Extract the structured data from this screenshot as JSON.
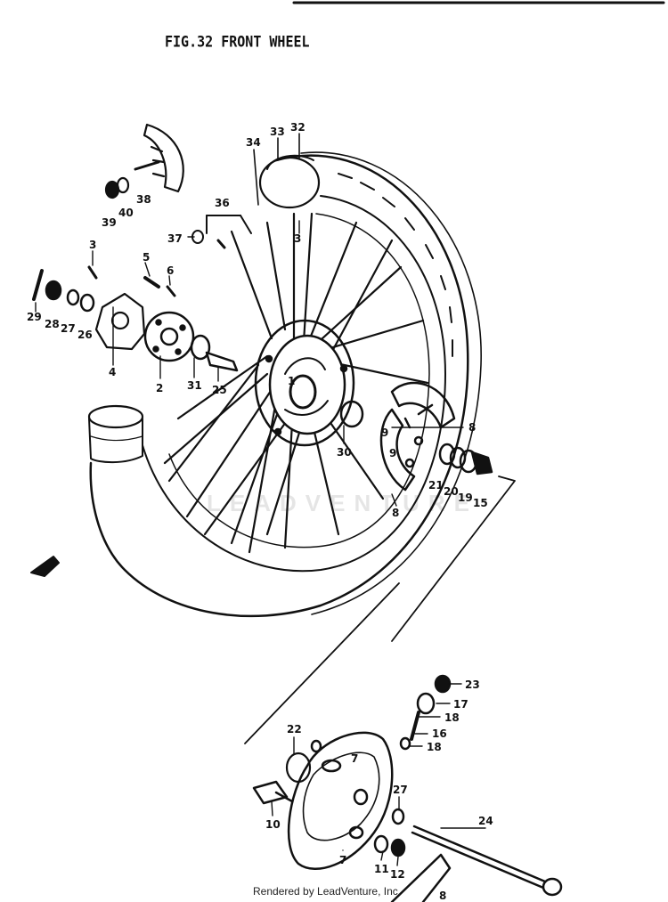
{
  "title": "FIG.32  FRONT WHEEL",
  "footer": "Rendered by LeadVenture, Inc.",
  "watermark": "LEADVENTURE",
  "labels": {
    "p1": "1",
    "p2": "2",
    "p3": "3",
    "p3b": "3",
    "p4": "4",
    "p5": "5",
    "p6": "6",
    "p7": "7",
    "p7b": "7",
    "p8": "8",
    "p8b": "8",
    "p8c": "8",
    "p9": "9",
    "p9b": "9",
    "p10": "10",
    "p11": "11",
    "p12": "12",
    "p15": "15",
    "p16": "16",
    "p17": "17",
    "p18": "18",
    "p18b": "18",
    "p19": "19",
    "p20": "20",
    "p21": "21",
    "p22": "22",
    "p23": "23",
    "p24": "24",
    "p25": "25",
    "p26": "26",
    "p27": "27",
    "p27b": "27",
    "p28": "28",
    "p29": "29",
    "p30": "30",
    "p31": "31",
    "p32": "32",
    "p33": "33",
    "p34": "34",
    "p36": "36",
    "p37": "37",
    "p38": "38",
    "p39": "39",
    "p40": "40"
  }
}
